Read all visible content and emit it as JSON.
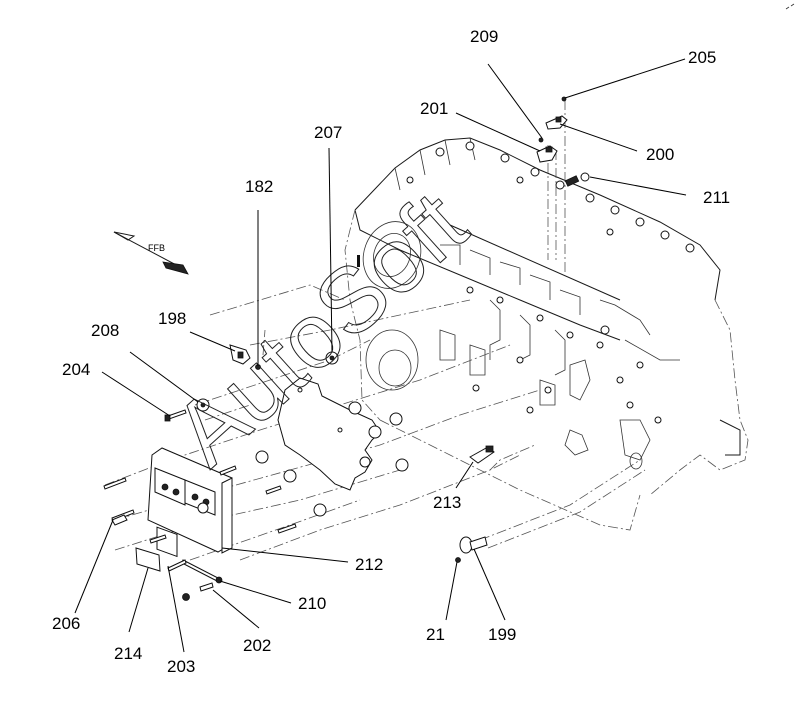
{
  "diagram": {
    "type": "exploded-parts-view",
    "subject": "Engine block with ECM and sensors",
    "direction_indicator": {
      "label": "FFB",
      "icon": "front-direction-arrow-icon"
    },
    "watermark": "AutoSoft",
    "callouts": [
      {
        "id": "c209",
        "label": "209"
      },
      {
        "id": "c205",
        "label": "205"
      },
      {
        "id": "c201",
        "label": "201"
      },
      {
        "id": "c200",
        "label": "200"
      },
      {
        "id": "c211",
        "label": "211"
      },
      {
        "id": "c207",
        "label": "207"
      },
      {
        "id": "c182",
        "label": "182"
      },
      {
        "id": "c198",
        "label": "198"
      },
      {
        "id": "c208",
        "label": "208"
      },
      {
        "id": "c204",
        "label": "204"
      },
      {
        "id": "c212",
        "label": "212"
      },
      {
        "id": "c213",
        "label": "213"
      },
      {
        "id": "c206",
        "label": "206"
      },
      {
        "id": "c210",
        "label": "210"
      },
      {
        "id": "c214",
        "label": "214"
      },
      {
        "id": "c203",
        "label": "203"
      },
      {
        "id": "c202",
        "label": "202"
      },
      {
        "id": "c21",
        "label": "21"
      },
      {
        "id": "c199",
        "label": "199"
      }
    ]
  }
}
